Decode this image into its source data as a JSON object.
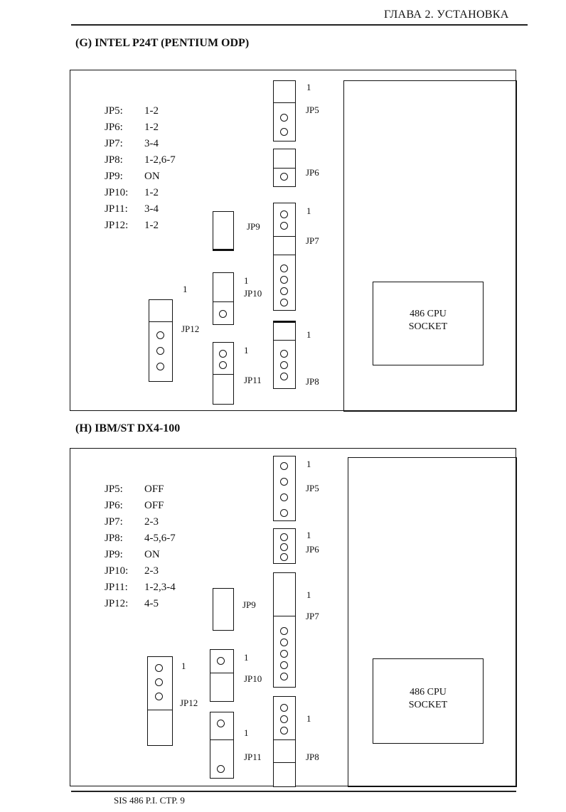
{
  "header": {
    "chapter": "ГЛАВА 2. УСТАНОВКА"
  },
  "sections": {
    "g": {
      "title": "(G) INTEL P24T (PENTIUM ODP)",
      "settings": [
        {
          "k": "JP5:",
          "v": "1-2"
        },
        {
          "k": "JP6:",
          "v": "1-2"
        },
        {
          "k": "JP7:",
          "v": "3-4"
        },
        {
          "k": "JP8:",
          "v": "1-2,6-7"
        },
        {
          "k": "JP9:",
          "v": "ON"
        },
        {
          "k": "JP10:",
          "v": "1-2"
        },
        {
          "k": "JP11:",
          "v": "3-4"
        },
        {
          "k": "JP12:",
          "v": "1-2"
        }
      ],
      "socket": {
        "line1": "486 CPU",
        "line2": "SOCKET"
      }
    },
    "h": {
      "title": "(H) IBM/ST DX4-100",
      "settings": [
        {
          "k": "JP5:",
          "v": "OFF"
        },
        {
          "k": "JP6:",
          "v": "OFF"
        },
        {
          "k": "JP7:",
          "v": "2-3"
        },
        {
          "k": "JP8:",
          "v": "4-5,6-7"
        },
        {
          "k": "JP9:",
          "v": "ON"
        },
        {
          "k": "JP10:",
          "v": "2-3"
        },
        {
          "k": "JP11:",
          "v": "1-2,3-4"
        },
        {
          "k": "JP12:",
          "v": "4-5"
        }
      ],
      "socket": {
        "line1": "486 CPU",
        "line2": "SOCKET"
      }
    }
  },
  "labels": {
    "jp5": "JP5",
    "jp6": "JP6",
    "jp7": "JP7",
    "jp8": "JP8",
    "jp9": "JP9",
    "jp10": "JP10",
    "jp11": "JP11",
    "jp12": "JP12",
    "pin1": "1"
  },
  "footer": {
    "text": "SIS 486 P.I. СТР. 9"
  }
}
